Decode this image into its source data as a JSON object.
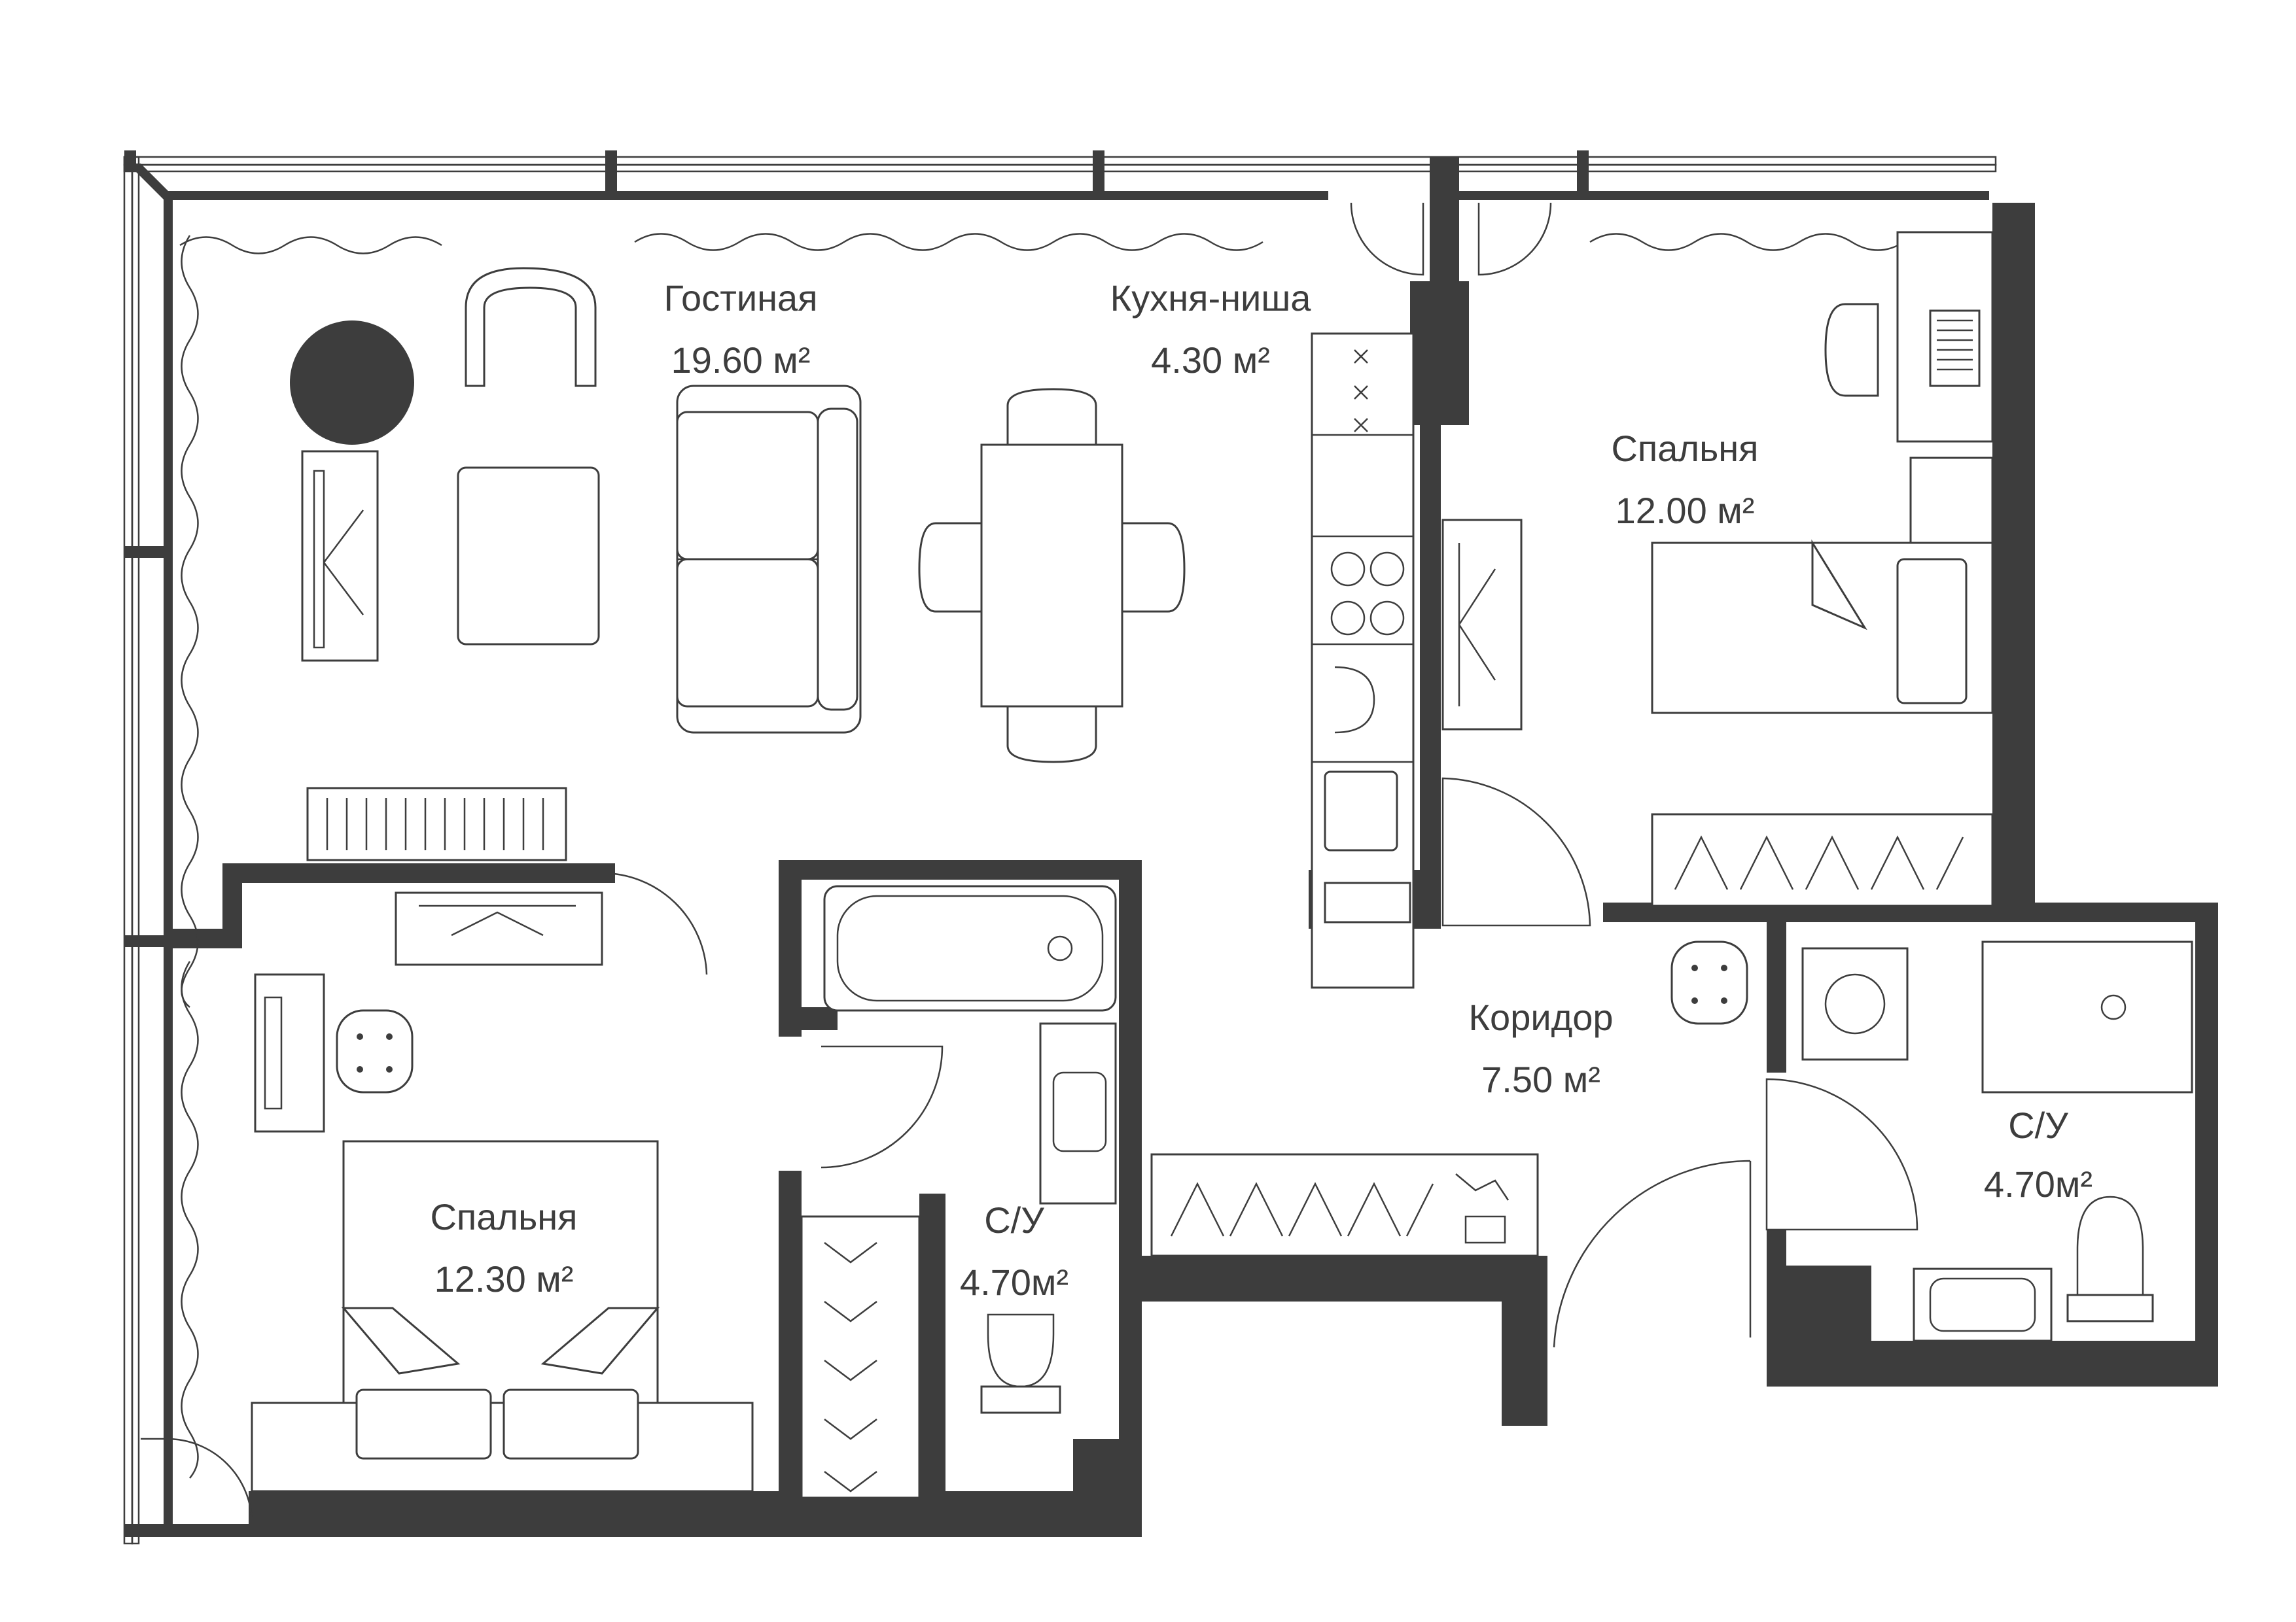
{
  "rooms": {
    "living": {
      "name": "Гостиная",
      "area": "19.60 м²"
    },
    "kitchen": {
      "name": "Кухня-ниша",
      "area": "4.30 м²"
    },
    "bedroom1": {
      "name": "Спальня",
      "area": "12.00 м²"
    },
    "bedroom2": {
      "name": "Спальня",
      "area": "12.30 м²"
    },
    "corridor": {
      "name": "Коридор",
      "area": "7.50 м²"
    },
    "bath1": {
      "name": "С/У",
      "area": "4.70м²"
    },
    "bath2": {
      "name": "С/У",
      "area": "4.70м²"
    }
  },
  "colors": {
    "wall": "#3d3d3d",
    "background": "#ffffff"
  }
}
